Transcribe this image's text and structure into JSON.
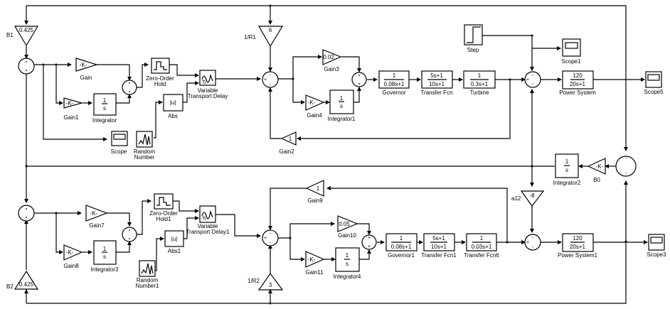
{
  "diagram": {
    "type": "simulink-block-diagram",
    "title": "Two-area load frequency control",
    "area1": {
      "bias": {
        "name": "B1",
        "value": "0.425"
      },
      "droop": {
        "name": "1/R1",
        "value": "6"
      },
      "gain": {
        "name": "Gain",
        "value": "-K-"
      },
      "gain1": {
        "name": "Gain1",
        "value": "-K-"
      },
      "integrator": {
        "name": "Integrator",
        "num": "1",
        "den": "s"
      },
      "zoh": {
        "name_line1": "Zero-Order",
        "name_line2": "Hold"
      },
      "abs": {
        "name": "Abs",
        "value": "|u|"
      },
      "random": {
        "name_line1": "Random",
        "name_line2": "Number"
      },
      "delay": {
        "name_line1": "Variable",
        "name_line2": "Transport Delay",
        "port": "Ti"
      },
      "scope": {
        "name": "Scope"
      },
      "gain3": {
        "name": "Gain3",
        "value": "0.02"
      },
      "gain4": {
        "name": "Gain4",
        "value": "-K-"
      },
      "integrator1": {
        "name": "Integrator1",
        "num": "1",
        "den": "s"
      },
      "gain2": {
        "name": "Gain2",
        "value": "1"
      },
      "governor": {
        "name": "Governor",
        "num": "1",
        "den": "0.08s+1"
      },
      "transfer_fcn": {
        "name": "Transfer Fcn",
        "num": "5s+1",
        "den": "10s+1"
      },
      "turbine": {
        "name": "Turbine",
        "num": "1",
        "den": "0.3s+1"
      },
      "step": {
        "name": "Step"
      },
      "scope1": {
        "name": "Scope1"
      },
      "power_system": {
        "name": "Power System",
        "num": "120",
        "den": "20s+1"
      },
      "scope5": {
        "name": "Scope5"
      }
    },
    "tie_line": {
      "integrator2": {
        "name": "Integrator2",
        "num": "1",
        "den": "s"
      },
      "b0": {
        "name": "B0",
        "value": "-K-"
      },
      "a12": {
        "name": "a12",
        "value": "-8"
      }
    },
    "area2": {
      "bias": {
        "name": "B2",
        "value": "0.425"
      },
      "droop": {
        "name": "1/R2",
        "value": "3"
      },
      "gain7": {
        "name": "Gain7",
        "value": "-K-"
      },
      "gain8": {
        "name": "Gain8",
        "value": "-K-"
      },
      "integrator3": {
        "name": "Integrator3",
        "num": "1",
        "den": "s"
      },
      "zoh": {
        "name_line1": "Zero-Order",
        "name_line2": "Hold1"
      },
      "abs": {
        "name": "Abs1",
        "value": "|u|"
      },
      "random": {
        "name_line1": "Random",
        "name_line2": "Number1"
      },
      "delay": {
        "name_line1": "Variable",
        "name_line2": "Transport Delay1",
        "port": "Ti"
      },
      "gain9": {
        "name": "Gain9",
        "value": "1"
      },
      "gain10": {
        "name": "Gain10",
        "value": "0.05"
      },
      "gain11": {
        "name": "Gain11",
        "value": "-K-"
      },
      "integrator4": {
        "name": "Integrator4",
        "num": "1",
        "den": "s"
      },
      "governor": {
        "name": "Governor1",
        "num": "1",
        "den": "0.08s+1"
      },
      "transfer_fcn": {
        "name": "Transfer Fcn1",
        "num": "5s+1",
        "den": "10s+1"
      },
      "turbine": {
        "name": "Transfer Fcn6",
        "num": "1",
        "den": "0.03s+1"
      },
      "power_system": {
        "name": "Power System1",
        "num": "120",
        "den": "20s+1"
      },
      "scope3": {
        "name": "Scope3"
      }
    },
    "sum_signs": {
      "plus": "+",
      "minus": "-",
      "dot": "•"
    }
  }
}
